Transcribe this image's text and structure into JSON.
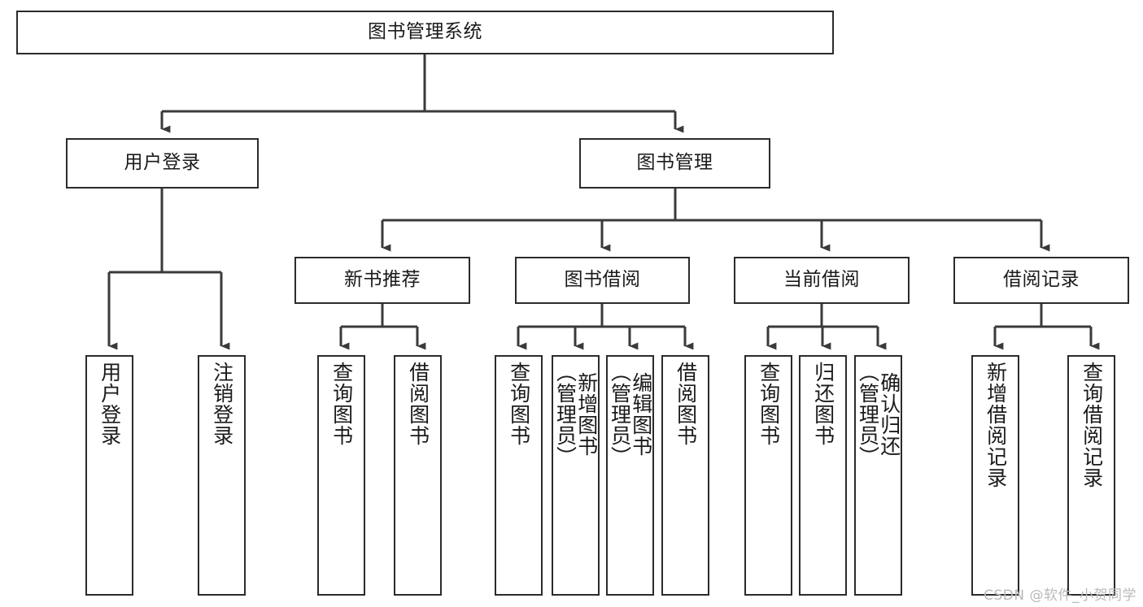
{
  "diagram": {
    "title": "图书管理系统",
    "type": "tree-hierarchy-diagram",
    "colors": {
      "box_border": "#2b2b2b",
      "box_fill": "#ffffff",
      "connector": "#3a3a3a",
      "text": "#1a1a1a",
      "watermark": "#b9b9b9",
      "background": "#ffffff"
    },
    "root": {
      "label": "图书管理系统",
      "orientation": "horizontal"
    },
    "level2": [
      {
        "label": "用户登录",
        "orientation": "horizontal"
      },
      {
        "label": "图书管理",
        "orientation": "horizontal"
      }
    ],
    "level3": [
      {
        "label": "新书推荐",
        "orientation": "horizontal"
      },
      {
        "label": "图书借阅",
        "orientation": "horizontal"
      },
      {
        "label": "当前借阅",
        "orientation": "horizontal"
      },
      {
        "label": "借阅记录",
        "orientation": "horizontal"
      }
    ],
    "leaves": [
      {
        "label": "用户登录",
        "orientation": "vertical",
        "parent": "用户登录"
      },
      {
        "label": "注销登录",
        "orientation": "vertical",
        "parent": "用户登录"
      },
      {
        "label": "查询图书",
        "orientation": "vertical",
        "parent": "新书推荐"
      },
      {
        "label": "借阅图书",
        "orientation": "vertical",
        "parent": "新书推荐"
      },
      {
        "label": "查询图书",
        "orientation": "vertical",
        "parent": "图书借阅"
      },
      {
        "label": "新增图书\n（管理员）",
        "orientation": "vertical",
        "parent": "图书借阅"
      },
      {
        "label": "编辑图书\n（管理员）",
        "orientation": "vertical",
        "parent": "图书借阅"
      },
      {
        "label": "借阅图书",
        "orientation": "vertical",
        "parent": "图书借阅"
      },
      {
        "label": "查询图书",
        "orientation": "vertical",
        "parent": "当前借阅"
      },
      {
        "label": "归还图书",
        "orientation": "vertical",
        "parent": "当前借阅"
      },
      {
        "label": "确认归还\n（管理员）",
        "orientation": "vertical",
        "parent": "当前借阅"
      },
      {
        "label": "新增借阅记录",
        "orientation": "vertical",
        "parent": "借阅记录"
      },
      {
        "label": "查询借阅记录",
        "orientation": "vertical",
        "parent": "借阅记录"
      }
    ],
    "watermark": "CSDN @软件_小贺同学"
  }
}
